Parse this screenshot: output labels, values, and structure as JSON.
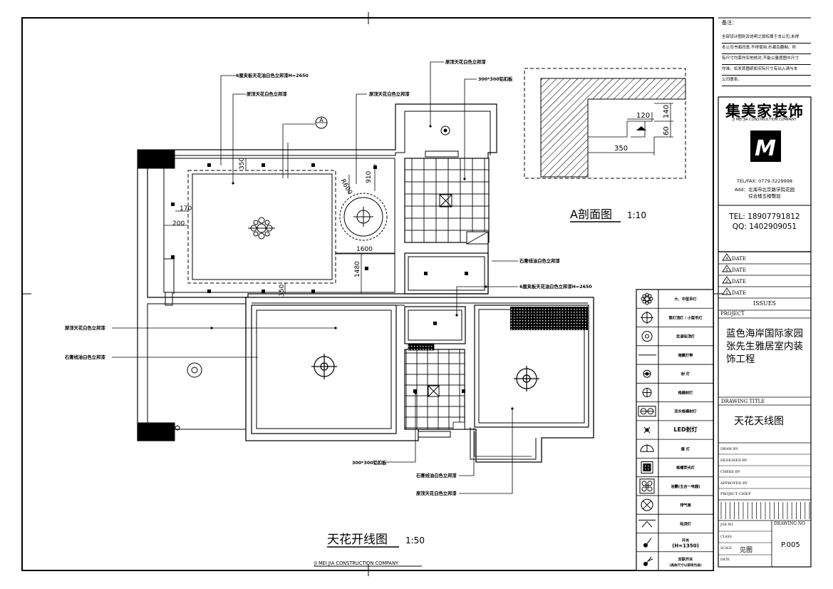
{
  "notes": {
    "heading": "备注：",
    "lines": [
      "全部设计图则及说明之版权属于本公司,未得",
      "本公司书面同意,不得使用,抄袭及翻制。所",
      "有尺寸均需作实地核对,不能以量度图中尺寸",
      "作准。如发现图纸和实际尺寸有出入请与本",
      "公司联系。"
    ]
  },
  "company": {
    "logo_text": "集美家装饰",
    "logo_sub": "JI MEI JIA CONSTRUCTION COMPANY",
    "logo_mark": "M",
    "tel_fax": "TEL/FAX: 0779-3229998",
    "address_1": "Add：北海市北京路学院花园",
    "address_2": "综合楼五楼整层",
    "tel": "TEL: 18907791812",
    "qq": "QQ: 1402909051"
  },
  "revisions": [
    "DATE",
    "DATE",
    "DATE",
    "DATE"
  ],
  "revision_marks": [
    "4",
    "3",
    "2",
    "1"
  ],
  "issues_label": "ISSUES",
  "project_label": "PROJECT",
  "project_name": [
    "蓝色海岸国际家园",
    "张先生雅居室内装",
    "饰工程"
  ],
  "drawing_title_label": "DRAWING TITLE",
  "drawing_title": "天花天线图",
  "sign_rows": [
    "DRAW BY",
    "DESIGNED BY",
    "CHEKE BY",
    "APPROVED BY",
    "PROJECT CHIEF"
  ],
  "job_no_label": "JOB NO",
  "drawing_no_label": "DRAWING NO",
  "class_label": "CLASS",
  "scale_label": "SCALE",
  "scale_value": "见图",
  "date_label": "DATE",
  "drawing_no": "P.005",
  "legend": [
    {
      "icon": "chandelier-icon",
      "label": "大、中型吊灯"
    },
    {
      "icon": "downlight-icon",
      "label": "筒灯顶灯 / 小型吊灯"
    },
    {
      "icon": "ceiling-fixture-icon",
      "label": "走道吸顶灯"
    },
    {
      "icon": "light-strip-icon",
      "label": "暗藏灯带"
    },
    {
      "icon": "spotlight-icon",
      "label": "射  灯"
    },
    {
      "icon": "recessed-light-icon",
      "label": "格栅射灯"
    },
    {
      "icon": "double-spotlight-icon",
      "label": "双头格栅射灯"
    },
    {
      "icon": "led-icon",
      "label": "LED射灯"
    },
    {
      "icon": "wall-lamp-icon",
      "label": "壁  灯"
    },
    {
      "icon": "grille-light-icon",
      "label": "格栅荧光灯"
    },
    {
      "icon": "bath-heater-icon",
      "label": "浴霸(五合一电器)"
    },
    {
      "icon": "exhaust-fan-icon",
      "label": "排气扇"
    },
    {
      "icon": "track-light-icon",
      "label": "吸顶灯"
    },
    {
      "icon": "switch-icon",
      "label": "开关",
      "sub": "(H=1350)"
    },
    {
      "icon": "dual-switch-icon",
      "label": "双联开关",
      "sub": "(具体尺寸以现场为准)"
    }
  ],
  "plan": {
    "title": "天花开线图",
    "scale": "1:50",
    "footer": "JI MEI JIA CONSTRUCTION COMPANY",
    "section_tag": "A",
    "labels": {
      "l1": "6厘夹板天花油白色立邦漆H=2650",
      "l2": "原顶天花白色立邦漆",
      "l3": "原顶天花白色立邦漆",
      "l4": "原顶天花白色立邦漆",
      "l5": "300*300铝扣板",
      "l6": "石膏线油白色立邦漆",
      "l7": "6厘夹板天花油白色立邦漆H=2650",
      "l8": "原顶天花白色立邦漆",
      "l9": "石膏线油白色立邦漆",
      "l10": "300*300铝扣板",
      "l11": "石膏线油白色立邦漆",
      "l12": "原顶天花白色立邦漆"
    },
    "dims": {
      "d350": "350",
      "d910": "910",
      "dR600": "R600",
      "d170": "170",
      "d200": "200",
      "d1600": "1600",
      "d1480": "1480",
      "d350b": "350"
    }
  },
  "section": {
    "title": "A剖面图",
    "scale": "1:10",
    "dim_120": "120",
    "dim_140": "140",
    "dim_60": "60",
    "dim_350": "350"
  }
}
